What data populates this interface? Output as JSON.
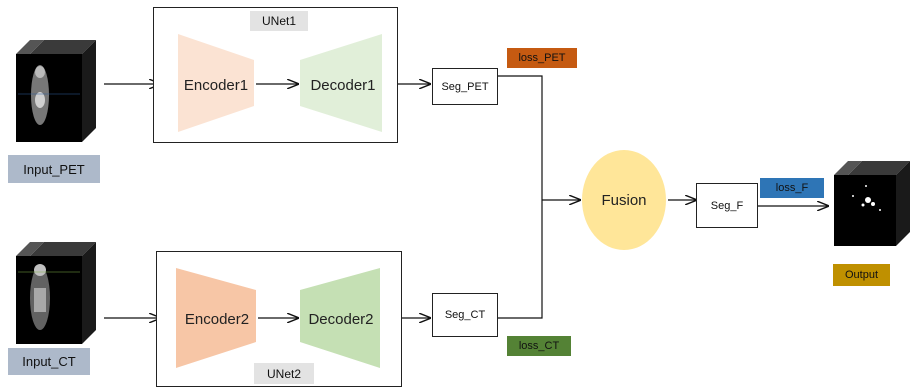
{
  "unet1": {
    "title": "UNet1",
    "encoder": "Encoder1",
    "decoder": "Decoder1"
  },
  "unet2": {
    "title": "UNet2",
    "encoder": "Encoder2",
    "decoder": "Decoder2"
  },
  "inputs": {
    "pet": "Input_PET",
    "ct": "Input_CT"
  },
  "segs": {
    "pet": "Seg_PET",
    "ct": "Seg_CT",
    "fused": "Seg_F"
  },
  "losses": {
    "pet": "loss_PET",
    "ct": "loss_CT",
    "fused": "loss_F"
  },
  "fusion": {
    "label": "Fusion"
  },
  "output": {
    "label": "Output"
  },
  "colors": {
    "unet_title_bg": "#e3e3e3",
    "encoder1": "#fbe3d3",
    "decoder1": "#e1efd9",
    "encoder2": "#f7c6a6",
    "decoder2": "#c5e0b4",
    "input_label_bg": "#adb9ca",
    "loss_pet": "#c55a11",
    "loss_ct": "#548235",
    "loss_f": "#2e75b6",
    "fusion": "#ffe699",
    "output_bg": "#bf9000"
  }
}
